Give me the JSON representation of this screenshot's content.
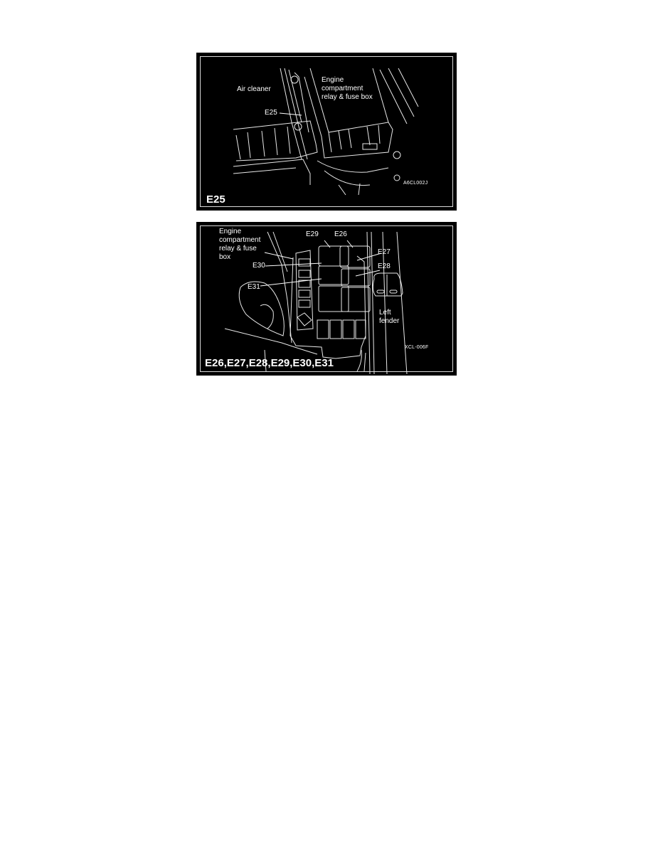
{
  "figures": [
    {
      "caption": "E25",
      "code": "A6CL002J",
      "labels": {
        "air_cleaner": "Air cleaner",
        "box_line1": "Engine",
        "box_line2": "compartment",
        "box_line3": "relay & fuse box",
        "connector": "E25"
      }
    },
    {
      "caption": "E26,E27,E28,E29,E30,E31",
      "code": "XCL-006F",
      "labels": {
        "box_line1": "Engine",
        "box_line2": "compartment",
        "box_line3": "relay & fuse",
        "box_line4": "box",
        "e29": "E29",
        "e26": "E26",
        "e27": "E27",
        "e28": "E28",
        "e30": "E30",
        "e31": "E31",
        "fender_line1": "Left",
        "fender_line2": "fender"
      }
    }
  ],
  "colors": {
    "background": "#ffffff",
    "figure_bg": "#000000",
    "line_art": "#ffffff"
  }
}
